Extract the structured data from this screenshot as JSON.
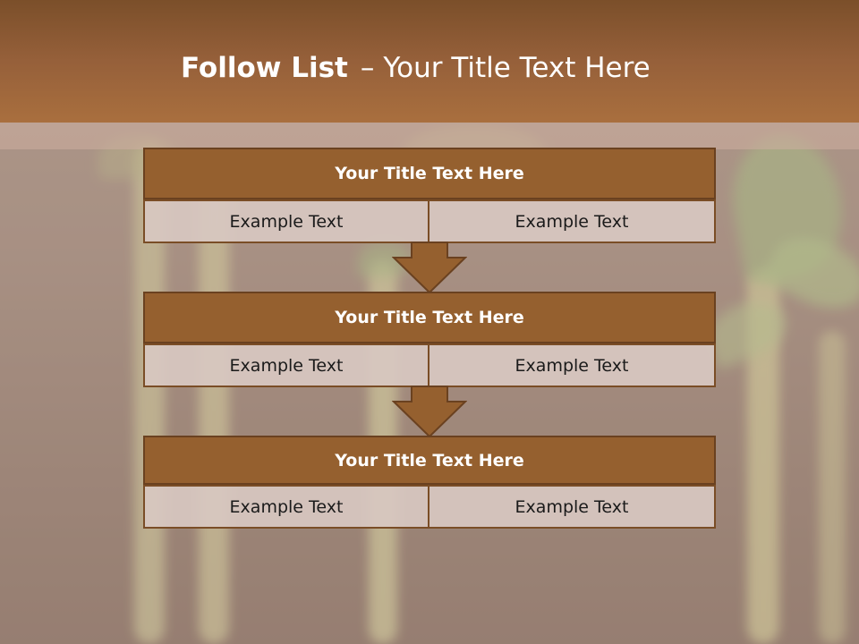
{
  "slide": {
    "title_bold": "Follow List",
    "title_dash": "–",
    "title_rest": "Your Title Text Here"
  },
  "blocks": [
    {
      "title": "Your Title Text Here",
      "left": "Example Text",
      "right": "Example Text"
    },
    {
      "title": "Your Title Text Here",
      "left": "Example Text",
      "right": "Example Text"
    },
    {
      "title": "Your Title Text Here",
      "left": "Example Text",
      "right": "Example Text"
    }
  ],
  "colors": {
    "header": "#96603a",
    "block_title": "#95602f",
    "cell": "#d8c8c1",
    "arrow": "#95602f"
  }
}
